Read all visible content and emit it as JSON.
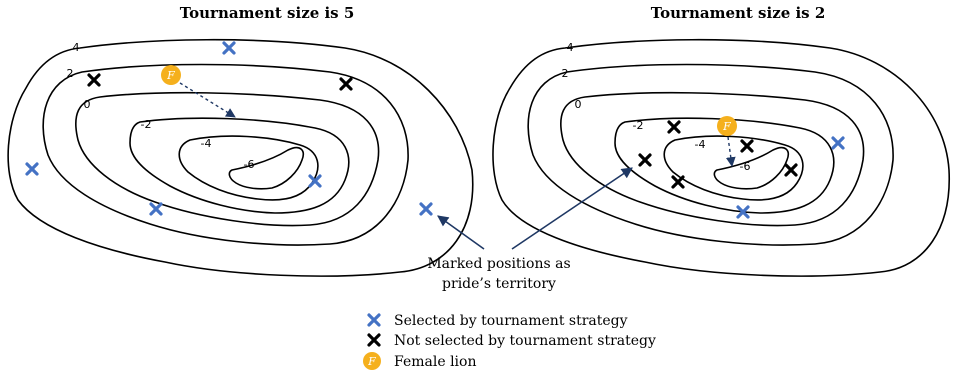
{
  "panels": [
    {
      "title": "Tournament size is 5",
      "contour_labels": [
        "4",
        "2",
        "0",
        "-2",
        "-4",
        "-6"
      ],
      "selected_count": 5,
      "not_selected_count": 2
    },
    {
      "title": "Tournament size is 2",
      "contour_labels": [
        "4",
        "2",
        "0",
        "-2",
        "-4",
        "-6"
      ],
      "selected_count": 2,
      "not_selected_count": 5
    }
  ],
  "annotation": {
    "line1": "Marked positions as",
    "line2": "pride’s territory"
  },
  "female_symbol": "F",
  "legend": {
    "selected": "Selected by tournament strategy",
    "not_selected": "Not selected by tournament strategy",
    "female": "Female lion"
  },
  "colors": {
    "selected": "#4472c4",
    "not_selected": "#000000",
    "female_fill": "#f5b01d",
    "arrow": "#1f3864"
  }
}
